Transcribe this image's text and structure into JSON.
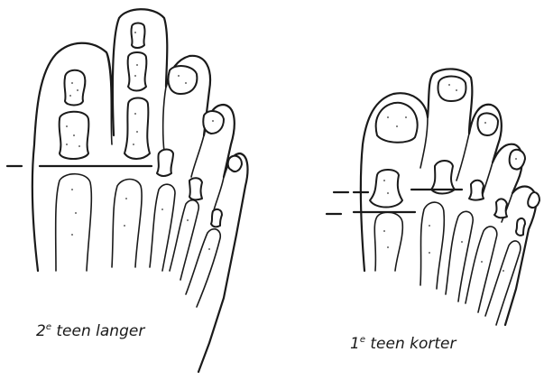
{
  "figures": [
    {
      "id": "left",
      "caption_prefix": "2",
      "caption_sup": "e",
      "caption_rest": " teen langer"
    },
    {
      "id": "right",
      "caption_prefix": "1",
      "caption_sup": "e",
      "caption_rest": " teen korter"
    }
  ],
  "colors": {
    "ink": "#1a1a1a",
    "paper": "#ffffff"
  }
}
